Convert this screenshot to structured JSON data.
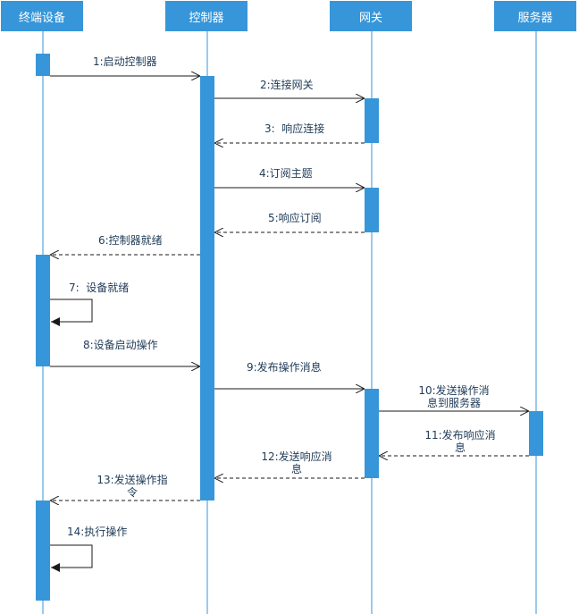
{
  "participants": [
    {
      "name": "终端设备"
    },
    {
      "name": "控制器"
    },
    {
      "name": "网关"
    },
    {
      "name": "服务器"
    }
  ],
  "messages": [
    {
      "label": "1:启动控制器",
      "from": 0,
      "to": 1,
      "style": "solid"
    },
    {
      "label": "2:连接网关",
      "from": 1,
      "to": 2,
      "style": "solid"
    },
    {
      "label": "3:  响应连接",
      "from": 2,
      "to": 1,
      "style": "dashed"
    },
    {
      "label": "4:订阅主题",
      "from": 1,
      "to": 2,
      "style": "solid"
    },
    {
      "label": "5:响应订阅",
      "from": 2,
      "to": 1,
      "style": "dashed"
    },
    {
      "label": "6:控制器就绪",
      "from": 1,
      "to": 0,
      "style": "dashed"
    },
    {
      "label": "7:  设备就绪",
      "from": 0,
      "to": 0,
      "style": "self"
    },
    {
      "label": "8:设备启动操作",
      "from": 0,
      "to": 1,
      "style": "solid"
    },
    {
      "label": "9:发布操作消息",
      "from": 1,
      "to": 2,
      "style": "solid"
    },
    {
      "label_lines": [
        "10:发送操作消",
        "息到服务器"
      ],
      "from": 2,
      "to": 3,
      "style": "solid"
    },
    {
      "label_lines": [
        "11:发布响应消",
        "息"
      ],
      "from": 3,
      "to": 2,
      "style": "dashed"
    },
    {
      "label_lines": [
        "12:发送响应消",
        "息"
      ],
      "from": 2,
      "to": 1,
      "style": "dashed"
    },
    {
      "label_lines": [
        "13:发送操作指",
        "令"
      ],
      "from": 1,
      "to": 0,
      "style": "dashed"
    },
    {
      "label": "14:执行操作",
      "from": 0,
      "to": 0,
      "style": "self"
    }
  ],
  "colors": {
    "header": "#3796d9",
    "activation": "#3796d9",
    "lifeline": "#3796d9",
    "arrow": "#1a1a1a"
  }
}
